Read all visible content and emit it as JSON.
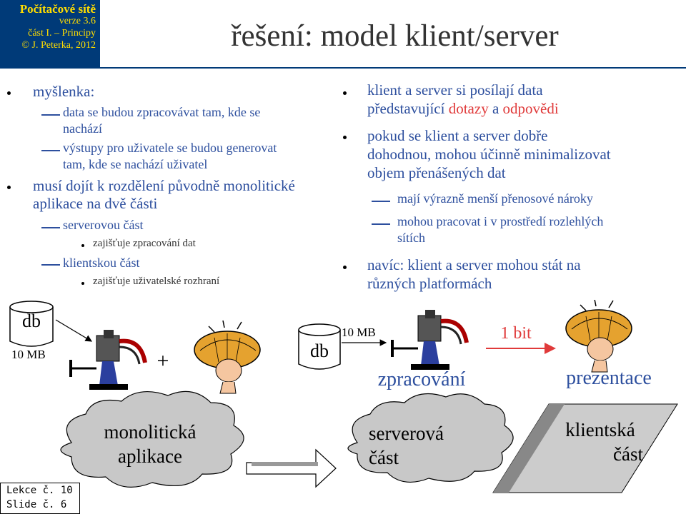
{
  "header": {
    "course": "Počítačové sítě",
    "version": "verze 3.6",
    "part": "část I. – Principy",
    "author": "© J. Peterka, 2012"
  },
  "title": "řešení: model klient/server",
  "left_list": {
    "b1": "myšlenka:",
    "b1_sub1_line1": "data se budou zpracovávat tam, kde se",
    "b1_sub1_line2": "nachází",
    "b1_sub2_line1": "výstupy pro uživatele se budou generovat",
    "b1_sub2_line2": "tam, kde se nachází uživatel",
    "b2_line1": "musí dojít k rozdělení původně monolitické",
    "b2_line2": "aplikace na dvě části",
    "b2_sub1": "serverovou část",
    "b2_sub1_item": "zajišťuje zpracování dat",
    "b2_sub2": "klientskou část",
    "b2_sub2_item": "zajišťuje uživatelské rozhraní"
  },
  "right_list": {
    "b1_line1": "klient a server si posílají data",
    "b1_line2_a": "představující ",
    "b1_line2_b": "dotazy",
    "b1_line2_c": " a ",
    "b1_line2_d": "odpovědi",
    "b2_line1": "pokud se klient a server dobře",
    "b2_line2": "dohodnou, mohou účinně minimalizovat",
    "b2_line3": "objem přenášených dat",
    "b2_sub1": "mají výrazně menší přenosové nároky",
    "b2_sub2_line1": "mohou pracovat i v prostředí rozlehlých",
    "b2_sub2_line2": "sítích",
    "b3_line1": "navíc: klient a server mohou stát na",
    "b3_line2": "různých platformách"
  },
  "diagram": {
    "db_left": "db",
    "size_left": "10 MB",
    "plus": "+",
    "db_mid": "db",
    "size_mid": "10 MB",
    "bit": "1 bit",
    "processing": "zpracování",
    "presentation": "prezentace",
    "cloud1_line1": "monolitická",
    "cloud1_line2": "aplikace",
    "cloud2_line1": "serverová",
    "cloud2_line2": "část",
    "cloud3_line1": "klientská",
    "cloud3_line2": "část",
    "arrow_color": "#e03a3a",
    "cloud_color": "#c8c8c8"
  },
  "footer": {
    "lecture": "Lekce č. 10",
    "slide": "Slide č. 6"
  },
  "colors": {
    "header_bg": "#003a78",
    "header_text": "#ffdd00",
    "text_blue": "#2d4f9e",
    "accent_red": "#e03a3a"
  }
}
